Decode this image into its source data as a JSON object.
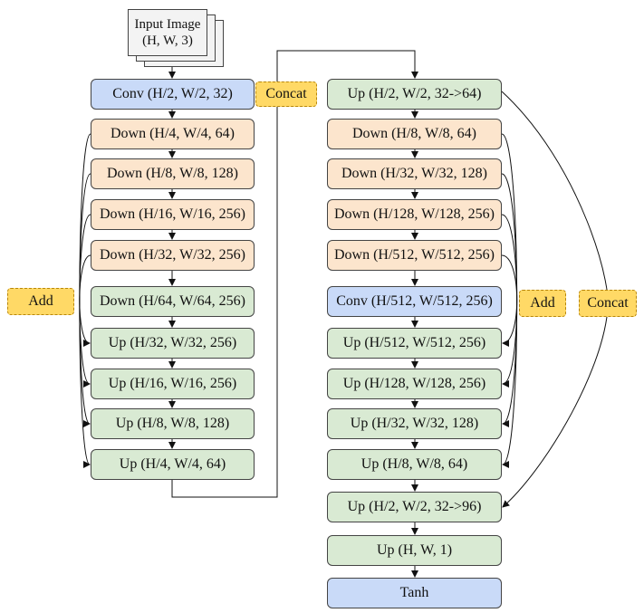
{
  "input": {
    "line1": "Input Image",
    "line2": "(H, W, 3)"
  },
  "encoder": [
    {
      "label": "Conv (H/2, W/2, 32)",
      "color": "blue"
    },
    {
      "label": "Down (H/4, W/4, 64)",
      "color": "orange"
    },
    {
      "label": "Down (H/8, W/8, 128)",
      "color": "orange"
    },
    {
      "label": "Down (H/16, W/16, 256)",
      "color": "orange"
    },
    {
      "label": "Down (H/32, W/32, 256)",
      "color": "orange"
    },
    {
      "label": "Down (H/64, W/64, 256)",
      "color": "green"
    },
    {
      "label": "Up (H/32, W/32, 256)",
      "color": "green"
    },
    {
      "label": "Up (H/16, W/16, 256)",
      "color": "green"
    },
    {
      "label": "Up (H/8, W/8, 128)",
      "color": "green"
    },
    {
      "label": "Up (H/4, W/4, 64)",
      "color": "green"
    }
  ],
  "decoder": [
    {
      "label": "Up (H/2, W/2, 32->64)",
      "color": "green"
    },
    {
      "label": "Down (H/8, W/8, 64)",
      "color": "orange"
    },
    {
      "label": "Down (H/32, W/32, 128)",
      "color": "orange"
    },
    {
      "label": "Down (H/128, W/128, 256)",
      "color": "orange"
    },
    {
      "label": "Down (H/512, W/512, 256)",
      "color": "orange"
    },
    {
      "label": "Conv (H/512, W/512, 256)",
      "color": "blue"
    },
    {
      "label": "Up (H/512, W/512, 256)",
      "color": "green"
    },
    {
      "label": "Up (H/128, W/128, 256)",
      "color": "green"
    },
    {
      "label": "Up (H/32, W/32, 128)",
      "color": "green"
    },
    {
      "label": "Up (H/8, W/8, 64)",
      "color": "green"
    },
    {
      "label": "Up (H/2, W/2, 32->96)",
      "color": "green"
    },
    {
      "label": "Up (H, W, 1)",
      "color": "green"
    },
    {
      "label": "Tanh",
      "color": "blue"
    }
  ],
  "tags": {
    "concat_top": "Concat",
    "add_left": "Add",
    "add_right": "Add",
    "concat_right": "Concat"
  },
  "colors": {
    "blue": "#c9daf8",
    "orange": "#fce5cd",
    "green": "#d9ead3",
    "tag": "#ffd966"
  }
}
